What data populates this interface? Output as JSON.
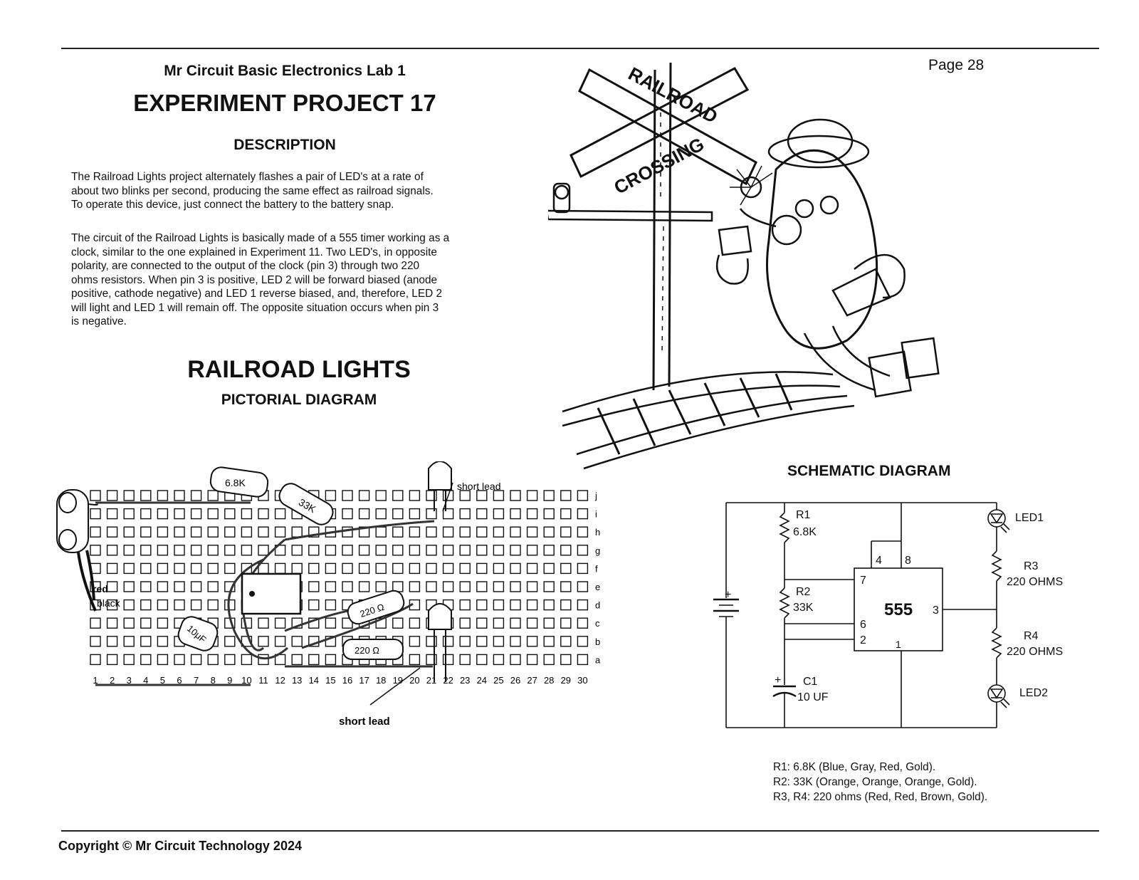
{
  "header": {
    "lab_title": "Mr Circuit Basic Electronics Lab 1",
    "experiment_title": "EXPERIMENT PROJECT 17",
    "page_number": "Page 28"
  },
  "description": {
    "heading": "DESCRIPTION",
    "paragraph1_lines": [
      "The Railroad Lights project alternately flashes a pair of LED's at a rate of",
      "about two blinks per second, producing the same effect as railroad signals.",
      "To operate this device, just connect the battery to the battery snap."
    ],
    "paragraph2_lines": [
      "The circuit of the Railroad Lights is basically made of a 555 timer working as a",
      "clock, similar to the one explained in Experiment 11. Two LED's, in opposite",
      "polarity, are connected to the output of the clock (pin 3) through two 220",
      "ohms resistors. When pin 3 is positive, LED 2 will be forward biased (anode",
      "positive, cathode negative) and LED 1 reverse biased, and, therefore, LED 2",
      "will light and LED 1 will remain off. The opposite situation occurs when pin 3",
      "is negative."
    ]
  },
  "project": {
    "title": "RAILROAD LIGHTS",
    "pictorial_title": "PICTORIAL DIAGRAM"
  },
  "illustration": {
    "sign_word_1": "RAILROAD",
    "sign_word_2": "CROSSING"
  },
  "pictorial": {
    "row_labels": [
      "j",
      "i",
      "h",
      "g",
      "f",
      "e",
      "d",
      "c",
      "b",
      "a"
    ],
    "column_numbers": [
      "1",
      "2",
      "3",
      "4",
      "5",
      "6",
      "7",
      "8",
      "9",
      "10",
      "11",
      "12",
      "13",
      "14",
      "15",
      "16",
      "17",
      "18",
      "19",
      "20",
      "21",
      "22",
      "23",
      "24",
      "25",
      "26",
      "27",
      "28",
      "29",
      "30"
    ],
    "label_red": "red",
    "label_black": "black",
    "short_lead_top": "short lead",
    "short_lead_bottom": "short lead",
    "r1_label": "6.8K",
    "r2_label": "33K",
    "r3_label": "220 Ω",
    "r4_label": "220 Ω",
    "cap_label": "10μF"
  },
  "schematic": {
    "title": "SCHEMATIC DIAGRAM",
    "r1_name": "R1",
    "r1_value": "6.8K",
    "r2_name": "R2",
    "r2_value": "33K",
    "ic_label": "555",
    "pin_4": "4",
    "pin_8": "8",
    "pin_7": "7",
    "pin_6": "6",
    "pin_2": "2",
    "pin_3": "3",
    "pin_1": "1",
    "c1_name": "C1",
    "c1_value": "10 UF",
    "led1": "LED1",
    "led2": "LED2",
    "r3_name": "R3",
    "r3_value": "220 OHMS",
    "r4_name": "R4",
    "r4_value": "220 OHMS",
    "plus": "+",
    "notes": [
      "R1: 6.8K (Blue, Gray, Red, Gold).",
      "R2: 33K (Orange, Orange, Orange, Gold).",
      "R3, R4: 220 ohms (Red, Red, Brown, Gold)."
    ]
  },
  "footer": {
    "copyright": "Copyright © Mr Circuit Technology 2024"
  }
}
